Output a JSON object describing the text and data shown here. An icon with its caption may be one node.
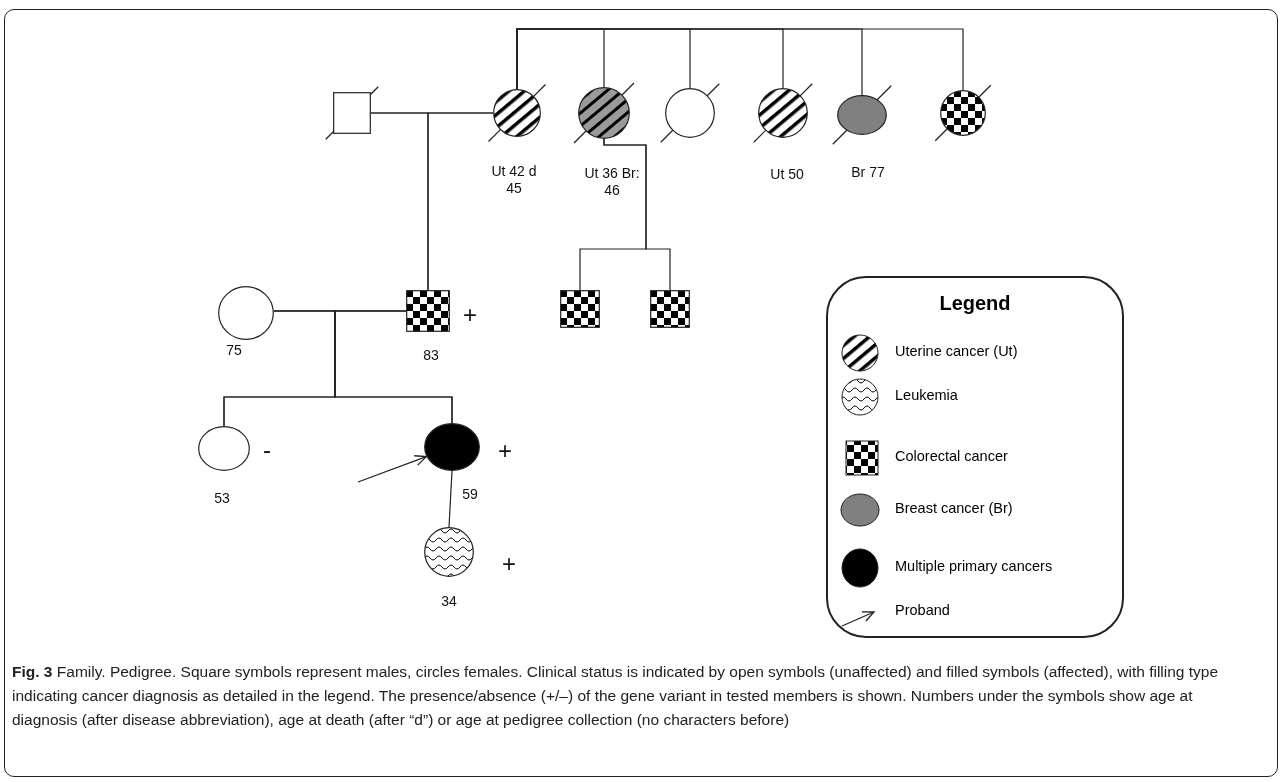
{
  "diagram": {
    "caption": "**Fig. 3** Family. Pedigree. Square symbols represent males, circles females. Clinical status is indicated by open symbols (unaffected) and filled symbols (affected), with filling type indicating cancer diagnosis as detailed in the legend. The presence/absence (+/–) of the gene variant in tested members is shown. Numbers under the symbols show age at diagnosis (after disease abbreviation), age at death (after “d”) or age at pedigree collection (no characters before)",
    "nodes": [
      {
        "text": [],
        "shape": "box"
      },
      {
        "text": [],
        "shape": "circle",
        "beside": [
          "Ut 42 d 45"
        ]
      },
      {
        "text": [],
        "shape": "circle",
        "beside": [
          "Ut 36 Br: 46"
        ]
      },
      {
        "text": [],
        "shape": "circle"
      },
      {
        "text": [],
        "shape": "circle",
        "beside": [
          "Ut 50"
        ]
      },
      {
        "text": [],
        "shape": "circle",
        "beside": [
          "Br 77"
        ]
      },
      {
        "text": [],
        "shape": "circle"
      },
      {
        "text": [],
        "shape": "circle",
        "beside": [
          "75"
        ]
      },
      {
        "text": [],
        "shape": "box",
        "beside": [
          "+",
          "83"
        ]
      },
      {
        "text": [],
        "shape": "box"
      },
      {
        "text": [],
        "shape": "box"
      },
      {
        "text": [],
        "shape": "circle",
        "beside": [
          "-",
          "53"
        ]
      },
      {
        "text": [],
        "shape": "circle",
        "beside": [
          "+",
          "59"
        ]
      },
      {
        "text": [],
        "shape": "circle",
        "beside": [
          "+",
          "34"
        ]
      }
    ],
    "edges": [
      {
        "from": 1,
        "to": 2,
        "arrow": "none"
      },
      {
        "from": 1,
        "to": 3,
        "arrow": "none"
      },
      {
        "from": 1,
        "to": 4,
        "arrow": "none"
      },
      {
        "from": 1,
        "to": 5,
        "arrow": "none"
      },
      {
        "from": 1,
        "to": 6,
        "arrow": "none"
      },
      {
        "from": 0,
        "to": 1,
        "arrow": "none"
      },
      {
        "from": 0,
        "to": 8,
        "arrow": "none"
      },
      {
        "from": 1,
        "to": 8,
        "arrow": "none"
      },
      {
        "from": 7,
        "to": 8,
        "arrow": "none"
      },
      {
        "from": 7,
        "to": 11,
        "arrow": "none"
      },
      {
        "from": 7,
        "to": 12,
        "arrow": "none"
      },
      {
        "from": 8,
        "to": 11,
        "arrow": "none"
      },
      {
        "from": 8,
        "to": 12,
        "arrow": "none"
      },
      {
        "from": 2,
        "to": 9,
        "arrow": "none"
      },
      {
        "from": 2,
        "to": 10,
        "arrow": "none"
      },
      {
        "from": 12,
        "to": 13,
        "arrow": "none"
      },
      {
        "from": null,
        "to": 12,
        "arrow": "to"
      }
    ],
    "labels": [
      "Legend"
    ],
    "legend": [
      {
        "text": "Uterine cancer (Ut)"
      },
      {
        "text": "Leukemia"
      },
      {
        "text": "Colorectal cancer"
      },
      {
        "text": "Breast cancer (Br)",
        "color": "#808080"
      },
      {
        "text": "Multiple primary cancers",
        "color": "#000000"
      },
      {
        "text": "Proband"
      }
    ]
  }
}
